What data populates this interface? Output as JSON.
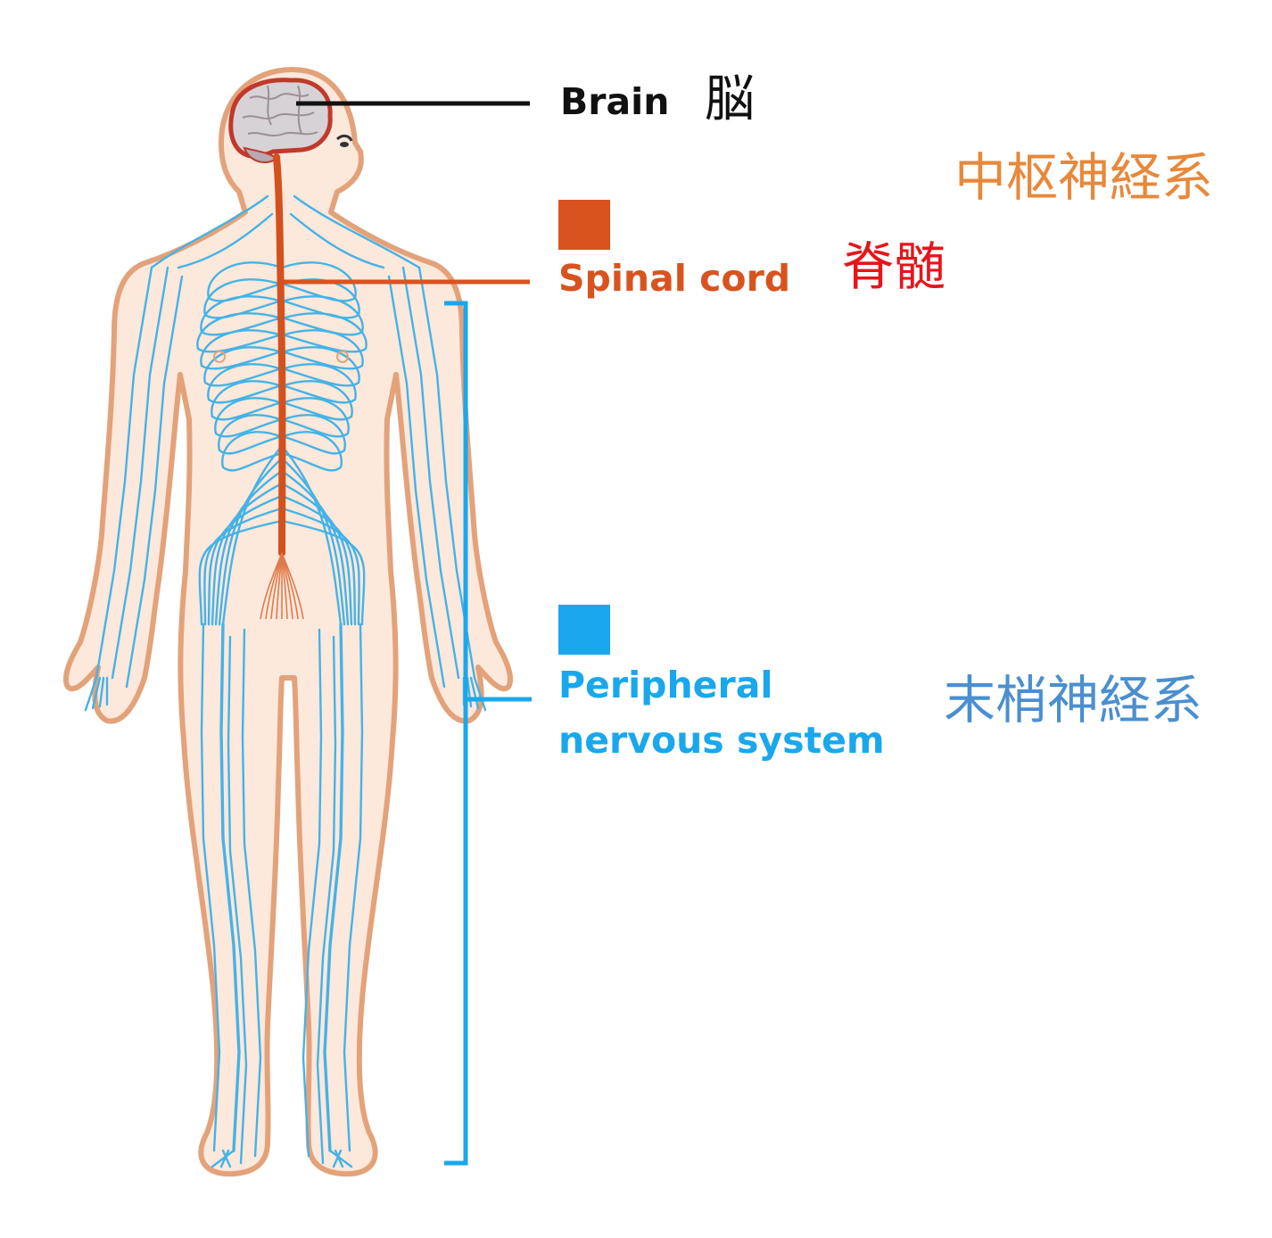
{
  "labels": {
    "brain_en": "Brain",
    "brain_jp": "脳",
    "cns_jp": "中枢神経系",
    "spinal_en": "Spinal cord",
    "spinal_jp": "脊髄",
    "pns_en_line1": "Peripheral",
    "pns_en_line2": "nervous system",
    "pns_jp": "末梢神経系"
  },
  "colors": {
    "brain_text": "#111111",
    "cns_text": "#e8883a",
    "spinal_text": "#d9531e",
    "spinal_jp_text": "#e8141b",
    "pns_text": "#1aa7ec",
    "pns_jp_text": "#4a8fd0",
    "skin": "#fde8dc",
    "skin_outline": "#e3a27a",
    "nerve": "#45b3e6",
    "spine": "#d4511d",
    "brain_fill": "#d6d2d6",
    "brain_outline": "#c0392b"
  },
  "icons": [
    "cns-marker-square",
    "pns-marker-square",
    "pns-bracket"
  ]
}
